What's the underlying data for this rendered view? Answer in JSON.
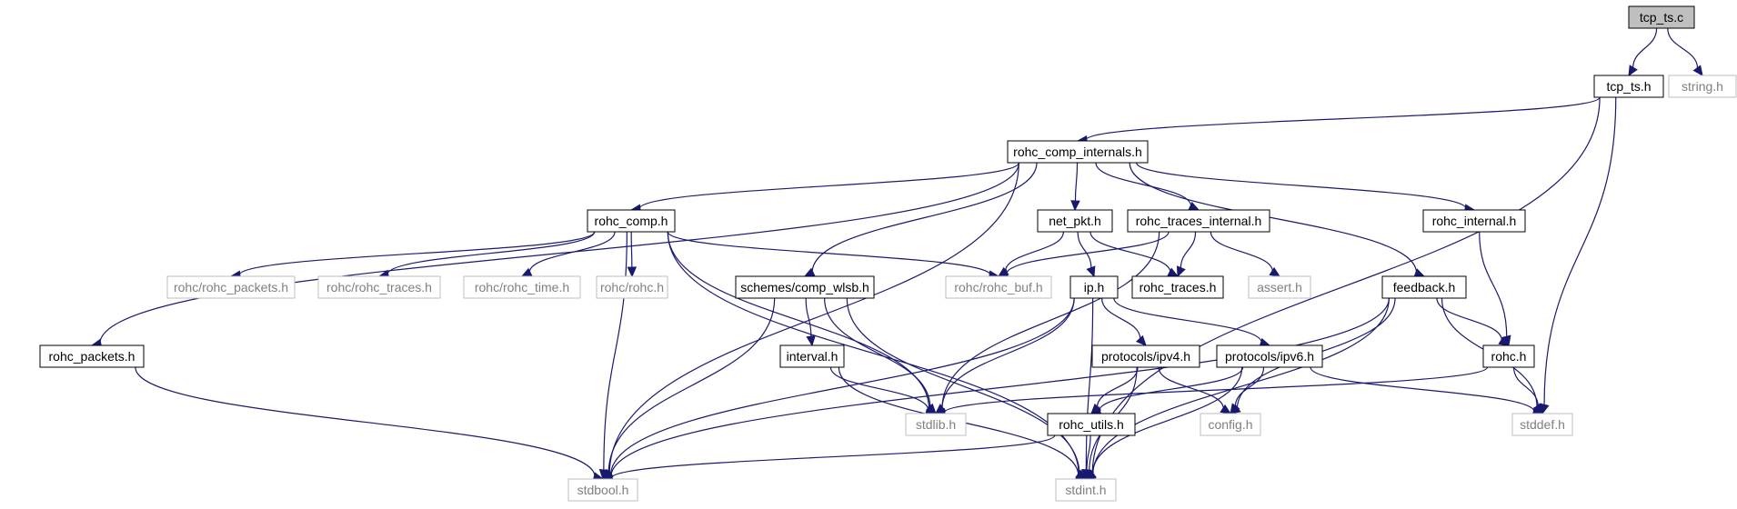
{
  "diagram": {
    "type": "include-dependency-graph",
    "colors": {
      "edge": "#191970",
      "local_border": "#000000",
      "system_border": "#bfbfbf",
      "system_text": "#808080",
      "root_fill": "#bfbfbf",
      "node_fill": "#ffffff",
      "text": "#000000"
    },
    "nodes": [
      {
        "id": "tcp_ts_c",
        "label": "tcp_ts.c",
        "kind": "root"
      },
      {
        "id": "tcp_ts_h",
        "label": "tcp_ts.h",
        "kind": "local"
      },
      {
        "id": "string_h",
        "label": "string.h",
        "kind": "system"
      },
      {
        "id": "rohc_comp_internals_h",
        "label": "rohc_comp_internals.h",
        "kind": "local"
      },
      {
        "id": "stddef_h",
        "label": "stddef.h",
        "kind": "system"
      },
      {
        "id": "stdint_h",
        "label": "stdint.h",
        "kind": "system"
      },
      {
        "id": "rohc_comp_h",
        "label": "rohc_comp.h",
        "kind": "local"
      },
      {
        "id": "net_pkt_h",
        "label": "net_pkt.h",
        "kind": "local"
      },
      {
        "id": "rohc_traces_internal_h",
        "label": "rohc_traces_internal.h",
        "kind": "local"
      },
      {
        "id": "rohc_internal_h",
        "label": "rohc_internal.h",
        "kind": "local"
      },
      {
        "id": "rohc_rohc_packets_h",
        "label": "rohc/rohc_packets.h",
        "kind": "system"
      },
      {
        "id": "rohc_rohc_traces_h",
        "label": "rohc/rohc_traces.h",
        "kind": "system"
      },
      {
        "id": "rohc_rohc_time_h",
        "label": "rohc/rohc_time.h",
        "kind": "system"
      },
      {
        "id": "rohc_rohc_h",
        "label": "rohc/rohc.h",
        "kind": "system"
      },
      {
        "id": "schemes_comp_wlsb_h",
        "label": "schemes/comp_wlsb.h",
        "kind": "local"
      },
      {
        "id": "rohc_rohc_buf_h",
        "label": "rohc/rohc_buf.h",
        "kind": "system"
      },
      {
        "id": "ip_h",
        "label": "ip.h",
        "kind": "local"
      },
      {
        "id": "rohc_traces_h",
        "label": "rohc_traces.h",
        "kind": "local"
      },
      {
        "id": "assert_h",
        "label": "assert.h",
        "kind": "system"
      },
      {
        "id": "feedback_h",
        "label": "feedback.h",
        "kind": "local"
      },
      {
        "id": "rohc_packets_h",
        "label": "rohc_packets.h",
        "kind": "local"
      },
      {
        "id": "interval_h",
        "label": "interval.h",
        "kind": "local"
      },
      {
        "id": "protocols_ipv4_h",
        "label": "protocols/ipv4.h",
        "kind": "local"
      },
      {
        "id": "protocols_ipv6_h",
        "label": "protocols/ipv6.h",
        "kind": "local"
      },
      {
        "id": "rohc_h",
        "label": "rohc.h",
        "kind": "local"
      },
      {
        "id": "stdlib_h",
        "label": "stdlib.h",
        "kind": "system"
      },
      {
        "id": "config_h",
        "label": "config.h",
        "kind": "system"
      },
      {
        "id": "rohc_utils_h",
        "label": "rohc_utils.h",
        "kind": "local"
      },
      {
        "id": "stdbool_h",
        "label": "stdbool.h",
        "kind": "system"
      }
    ],
    "edges": [
      [
        "tcp_ts_c",
        "tcp_ts_h"
      ],
      [
        "tcp_ts_c",
        "string_h"
      ],
      [
        "tcp_ts_h",
        "rohc_comp_internals_h"
      ],
      [
        "tcp_ts_h",
        "stddef_h"
      ],
      [
        "tcp_ts_h",
        "stdint_h"
      ],
      [
        "rohc_comp_internals_h",
        "rohc_comp_h"
      ],
      [
        "rohc_comp_internals_h",
        "net_pkt_h"
      ],
      [
        "rohc_comp_internals_h",
        "rohc_traces_internal_h"
      ],
      [
        "rohc_comp_internals_h",
        "rohc_internal_h"
      ],
      [
        "rohc_comp_internals_h",
        "schemes_comp_wlsb_h"
      ],
      [
        "rohc_comp_internals_h",
        "feedback_h"
      ],
      [
        "rohc_comp_internals_h",
        "rohc_packets_h"
      ],
      [
        "rohc_comp_internals_h",
        "stdbool_h"
      ],
      [
        "rohc_comp_h",
        "rohc_rohc_packets_h"
      ],
      [
        "rohc_comp_h",
        "rohc_rohc_traces_h"
      ],
      [
        "rohc_comp_h",
        "rohc_rohc_time_h"
      ],
      [
        "rohc_comp_h",
        "rohc_rohc_h"
      ],
      [
        "rohc_comp_h",
        "rohc_rohc_buf_h"
      ],
      [
        "rohc_comp_h",
        "stdlib_h"
      ],
      [
        "rohc_comp_h",
        "stdbool_h"
      ],
      [
        "rohc_comp_h",
        "stdint_h"
      ],
      [
        "net_pkt_h",
        "rohc_rohc_buf_h"
      ],
      [
        "net_pkt_h",
        "ip_h"
      ],
      [
        "net_pkt_h",
        "rohc_traces_h"
      ],
      [
        "rohc_traces_internal_h",
        "rohc_rohc_buf_h"
      ],
      [
        "rohc_traces_internal_h",
        "rohc_traces_h"
      ],
      [
        "rohc_traces_internal_h",
        "assert_h"
      ],
      [
        "rohc_traces_internal_h",
        "stdlib_h"
      ],
      [
        "rohc_internal_h",
        "rohc_h"
      ],
      [
        "schemes_comp_wlsb_h",
        "interval_h"
      ],
      [
        "schemes_comp_wlsb_h",
        "stdlib_h"
      ],
      [
        "schemes_comp_wlsb_h",
        "stdbool_h"
      ],
      [
        "schemes_comp_wlsb_h",
        "stdint_h"
      ],
      [
        "ip_h",
        "protocols_ipv4_h"
      ],
      [
        "ip_h",
        "protocols_ipv6_h"
      ],
      [
        "ip_h",
        "stdlib_h"
      ],
      [
        "ip_h",
        "stdint_h"
      ],
      [
        "ip_h",
        "stdbool_h"
      ],
      [
        "feedback_h",
        "rohc_h"
      ],
      [
        "feedback_h",
        "stddef_h"
      ],
      [
        "feedback_h",
        "config_h"
      ],
      [
        "feedback_h",
        "stdbool_h"
      ],
      [
        "feedback_h",
        "stdint_h"
      ],
      [
        "rohc_packets_h",
        "stdbool_h"
      ],
      [
        "interval_h",
        "stdlib_h"
      ],
      [
        "interval_h",
        "stdint_h"
      ],
      [
        "protocols_ipv4_h",
        "rohc_utils_h"
      ],
      [
        "protocols_ipv4_h",
        "config_h"
      ],
      [
        "protocols_ipv4_h",
        "stdint_h"
      ],
      [
        "protocols_ipv6_h",
        "rohc_utils_h"
      ],
      [
        "protocols_ipv6_h",
        "config_h"
      ],
      [
        "protocols_ipv6_h",
        "stddef_h"
      ],
      [
        "protocols_ipv6_h",
        "stdint_h"
      ],
      [
        "rohc_h",
        "stdlib_h"
      ],
      [
        "rohc_h",
        "stddef_h"
      ],
      [
        "rohc_utils_h",
        "stdbool_h"
      ],
      [
        "rohc_utils_h",
        "stdint_h"
      ]
    ]
  }
}
